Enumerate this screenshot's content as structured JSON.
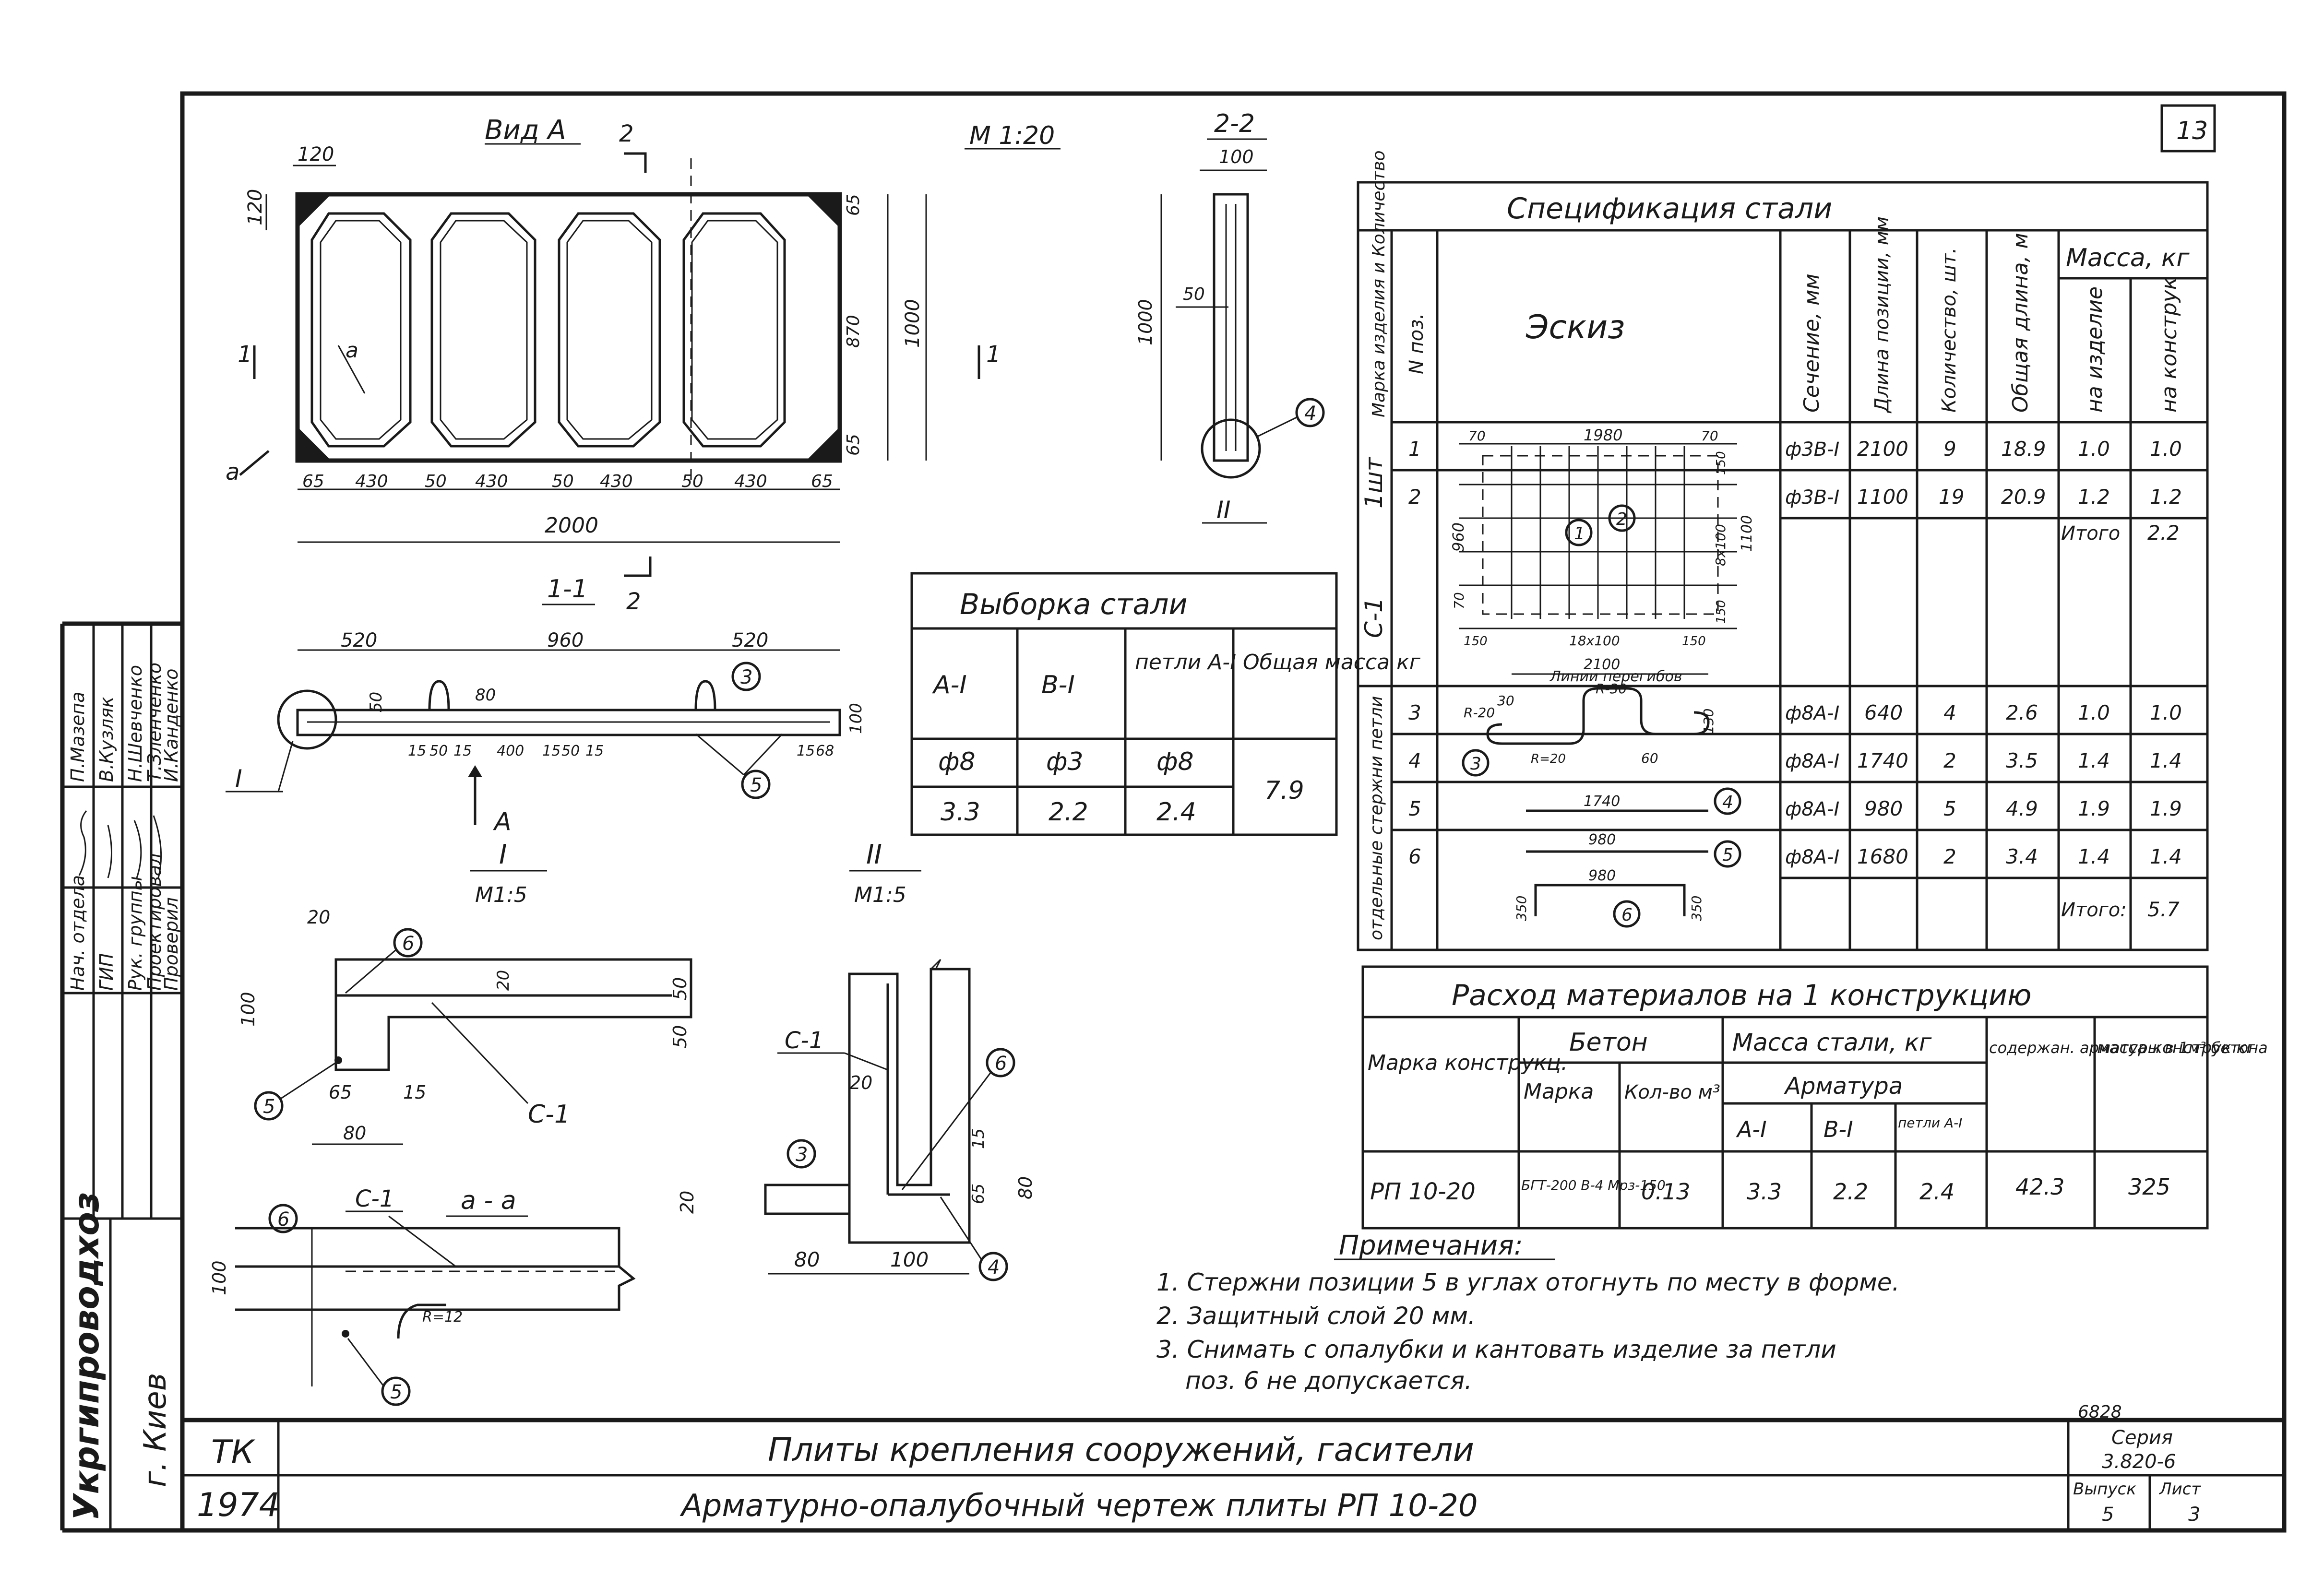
{
  "sheet": {
    "number": "13",
    "org": "Укргипроводхоз",
    "city": "г. Киев",
    "code_tk": "ТК",
    "year": "1974",
    "title_main": "Плиты крепления сооружений, гасители",
    "title_sub": "Арматурно-опалубочный чертеж плиты РП 10-20",
    "doc_no": "6828",
    "series_label": "Серия",
    "series_value": "3.820-6",
    "issue_label": "Выпуск",
    "issue_value": "5",
    "page_label": "Лист",
    "page_value": "3"
  },
  "signatures": {
    "rows": [
      {
        "role": "Нач. отдела",
        "name": "П.Мазепа"
      },
      {
        "role": "ГИП",
        "name": "В.Кузляк"
      },
      {
        "role": "Рук. группы",
        "name": "Н.Шевченко"
      },
      {
        "role": "Проектировал",
        "name": "Т.Зленченко"
      },
      {
        "role": "Проверил",
        "name": "И.Канденко"
      }
    ]
  },
  "view_a": {
    "title": "Вид А",
    "scale": "М 1:20",
    "section_mark": "2",
    "cut_mark": "1",
    "detail_aa": "а",
    "dims_top": [
      "120"
    ],
    "dims_left": [
      "120"
    ],
    "dims_bottom": [
      "65",
      "430",
      "50",
      "430",
      "50",
      "430",
      "50",
      "430",
      "65"
    ],
    "total_length": "2000",
    "dims_right": [
      "65",
      "870",
      "65"
    ],
    "total_height": "1000"
  },
  "section_22": {
    "title": "2-2",
    "width": "100",
    "inner": "50",
    "height": "1000",
    "callout": "4",
    "node": "II"
  },
  "section_11": {
    "title": "1-1",
    "mark": "2",
    "dims_top": [
      "520",
      "960",
      "520"
    ],
    "h80": "80",
    "h50": "50",
    "h100": "100",
    "bottom_dims": [
      "15",
      "50",
      "15",
      "400",
      "15",
      "50",
      "15"
    ],
    "right_dims": [
      "15",
      "68"
    ],
    "node": "I",
    "arrow": "А",
    "callouts": [
      "3",
      "5"
    ]
  },
  "node_1": {
    "title": "I",
    "scale": "М1:5",
    "d20": "20",
    "d100": "100",
    "d50a": "50",
    "d50b": "50",
    "d65": "65",
    "d15": "15",
    "d80": "80",
    "d20b": "20",
    "mesh": "С-1",
    "callouts": [
      "6",
      "5"
    ]
  },
  "node_2": {
    "title": "II",
    "scale": "М1:5",
    "mesh": "С-1",
    "d20a": "20",
    "d15": "15",
    "d65": "65",
    "d80": "80",
    "d20b": "20",
    "d80b": "80",
    "d100": "100",
    "callouts": [
      "3",
      "6",
      "4"
    ]
  },
  "section_aa": {
    "mesh": "С-1",
    "title": "а - а",
    "d100": "100",
    "radius": "R=12",
    "callouts": [
      "6",
      "5"
    ]
  },
  "steel_sample": {
    "title": "Выборка стали",
    "headers": [
      "А-I",
      "В-I",
      "петли А-I",
      "Общая масса кг"
    ],
    "row1": [
      "ф8",
      "ф3",
      "ф8"
    ],
    "row2": [
      "3.3",
      "2.2",
      "2.4"
    ],
    "total": "7.9"
  },
  "spec": {
    "title": "Спецификация стали",
    "headers": {
      "brand": "Марка изделия и Количество",
      "pos": "N поз.",
      "sketch": "Эскиз",
      "section": "Сечение, мм",
      "length": "Длина позиции, мм",
      "qty": "Количество, шт.",
      "total_len": "Общая длина, м",
      "mass": "Масса, кг",
      "per_item": "на изделие",
      "per_construct": "на конструк"
    },
    "group1_brand": "С-1",
    "group1_count": "1шт",
    "group2_brand": "отдельные стержни петли",
    "rows": [
      {
        "pos": "1",
        "section": "ф3В-I",
        "length": "2100",
        "qty": "9",
        "total": "18.9",
        "item": "1.0",
        "construct": "1.0"
      },
      {
        "pos": "2",
        "section": "ф3В-I",
        "length": "1100",
        "qty": "19",
        "total": "20.9",
        "item": "1.2",
        "construct": "1.2"
      },
      {
        "pos": "3",
        "section": "ф8А-I",
        "length": "640",
        "qty": "4",
        "total": "2.6",
        "item": "1.0",
        "construct": "1.0"
      },
      {
        "pos": "4",
        "section": "ф8А-I",
        "length": "1740",
        "qty": "2",
        "total": "3.5",
        "item": "1.4",
        "construct": "1.4"
      },
      {
        "pos": "5",
        "section": "ф8А-I",
        "length": "980",
        "qty": "5",
        "total": "4.9",
        "item": "1.9",
        "construct": "1.9"
      },
      {
        "pos": "6",
        "section": "ф8А-I",
        "length": "1680",
        "qty": "2",
        "total": "3.4",
        "item": "1.4",
        "construct": "1.4"
      }
    ],
    "subtotal1_label": "Итого",
    "subtotal1": "2.2",
    "subtotal2_label": "Итого:",
    "subtotal2": "5.7",
    "sketch1": {
      "d70a": "70",
      "d1980": "1980",
      "d70b": "70",
      "d150a": "150",
      "d960": "960",
      "d8x100": "8х100",
      "d1100": "1100",
      "d150b": "150",
      "d70c": "70",
      "d150c": "150",
      "d18x100": "18х100",
      "d150d": "150",
      "d2100": "2100",
      "bend": "Линии перегибов",
      "c1": "1",
      "c2": "2"
    },
    "sketch2": {
      "r30a": "R-30",
      "r20a": "R-20",
      "d30": "30",
      "d130": "130",
      "r20b": "R=20",
      "d60": "60",
      "c3": "3",
      "d1740": "1740",
      "c4": "4",
      "d980a": "980",
      "c5": "5",
      "d980b": "980",
      "d350a": "350",
      "d350b": "350",
      "c6": "6"
    }
  },
  "consumption": {
    "title": "Расход материалов на 1 конструкцию",
    "h_brand": "Марка конструкц.",
    "h_concrete": "Бетон",
    "h_steel": "Масса стали, кг",
    "h_content": "содержан. арматуры в 1м³ бетона",
    "h_mass": "масса конструк кг",
    "h_cbrand": "Марка",
    "h_volume": "Кол-во м³",
    "h_rebar": "Арматура",
    "h_a1": "А-I",
    "h_b1": "В-I",
    "h_loops": "петли А-I",
    "row": {
      "brand": "РП 10-20",
      "concrete": "БГТ-200 В-4 Мрз-150",
      "volume": "0.13",
      "a1": "3.3",
      "b1": "2.2",
      "loops": "2.4",
      "content": "42.3",
      "mass": "325"
    }
  },
  "notes": {
    "title": "Примечания:",
    "items": [
      "1. Стержни позиции 5 в углах отогнуть по месту в форме.",
      "2. Защитный слой 20 мм.",
      "3. Снимать с опалубки и кантовать изделие за петли",
      "поз. 6 не допускается."
    ]
  }
}
